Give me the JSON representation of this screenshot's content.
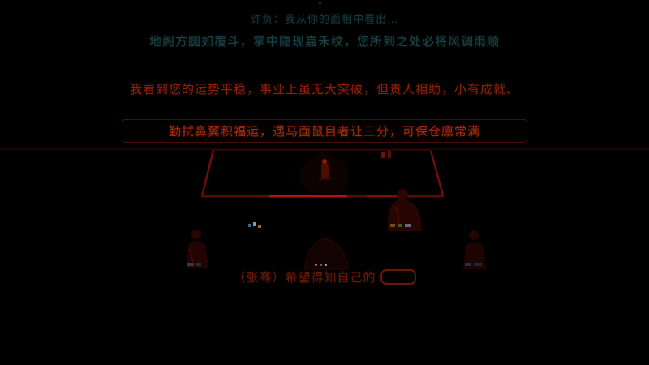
{
  "dialogue": {
    "npc_intro": "许负：我从你的面相中看出…",
    "physiognomy": "地阁方圆如覆斗，掌中隐现嘉禾纹，您所到之处必将风调雨顺",
    "fortune": "我看到您的运势平稳，事业上虽无大突破，但贵人相助，小有成就。",
    "advice": "勤拭鼻翼积福运，遇马面鼠目者让三分，可保仓廪常满",
    "player_wish": "（张骞）希望得知自己的",
    "wish_blank": ""
  },
  "colors": {
    "background": "#000000",
    "teal_text": "#1d4347",
    "fortune_red_text": "#8e2008",
    "advice_red_text": "#a52b08",
    "advice_box_border": "#43100a",
    "table_outline": "#6e0f06",
    "table_front_highlight": "#b31505",
    "player_text": "#701a06",
    "blank_box_border": "#6e1507"
  },
  "scene": {
    "icons": [
      {
        "name": "censer-icon",
        "meaning": "incense burner on fortune table"
      },
      {
        "name": "talisman-mark",
        "meaning": "small red charm marks on table"
      },
      {
        "name": "sparkle-indicator",
        "meaning": "tiny colored sparkle above dialog"
      }
    ],
    "figures": [
      {
        "name": "fortune-teller-silhouette",
        "meaning": "dark figure behind table"
      },
      {
        "name": "villager-left-figure",
        "meaning": "dark red figure at left"
      },
      {
        "name": "player-back-figure",
        "meaning": "dark figure at center bottom"
      },
      {
        "name": "seated-elder-figure",
        "meaning": "seated dark red figure right of center"
      },
      {
        "name": "villager-right-figure",
        "meaning": "dark red figure at right"
      }
    ]
  }
}
